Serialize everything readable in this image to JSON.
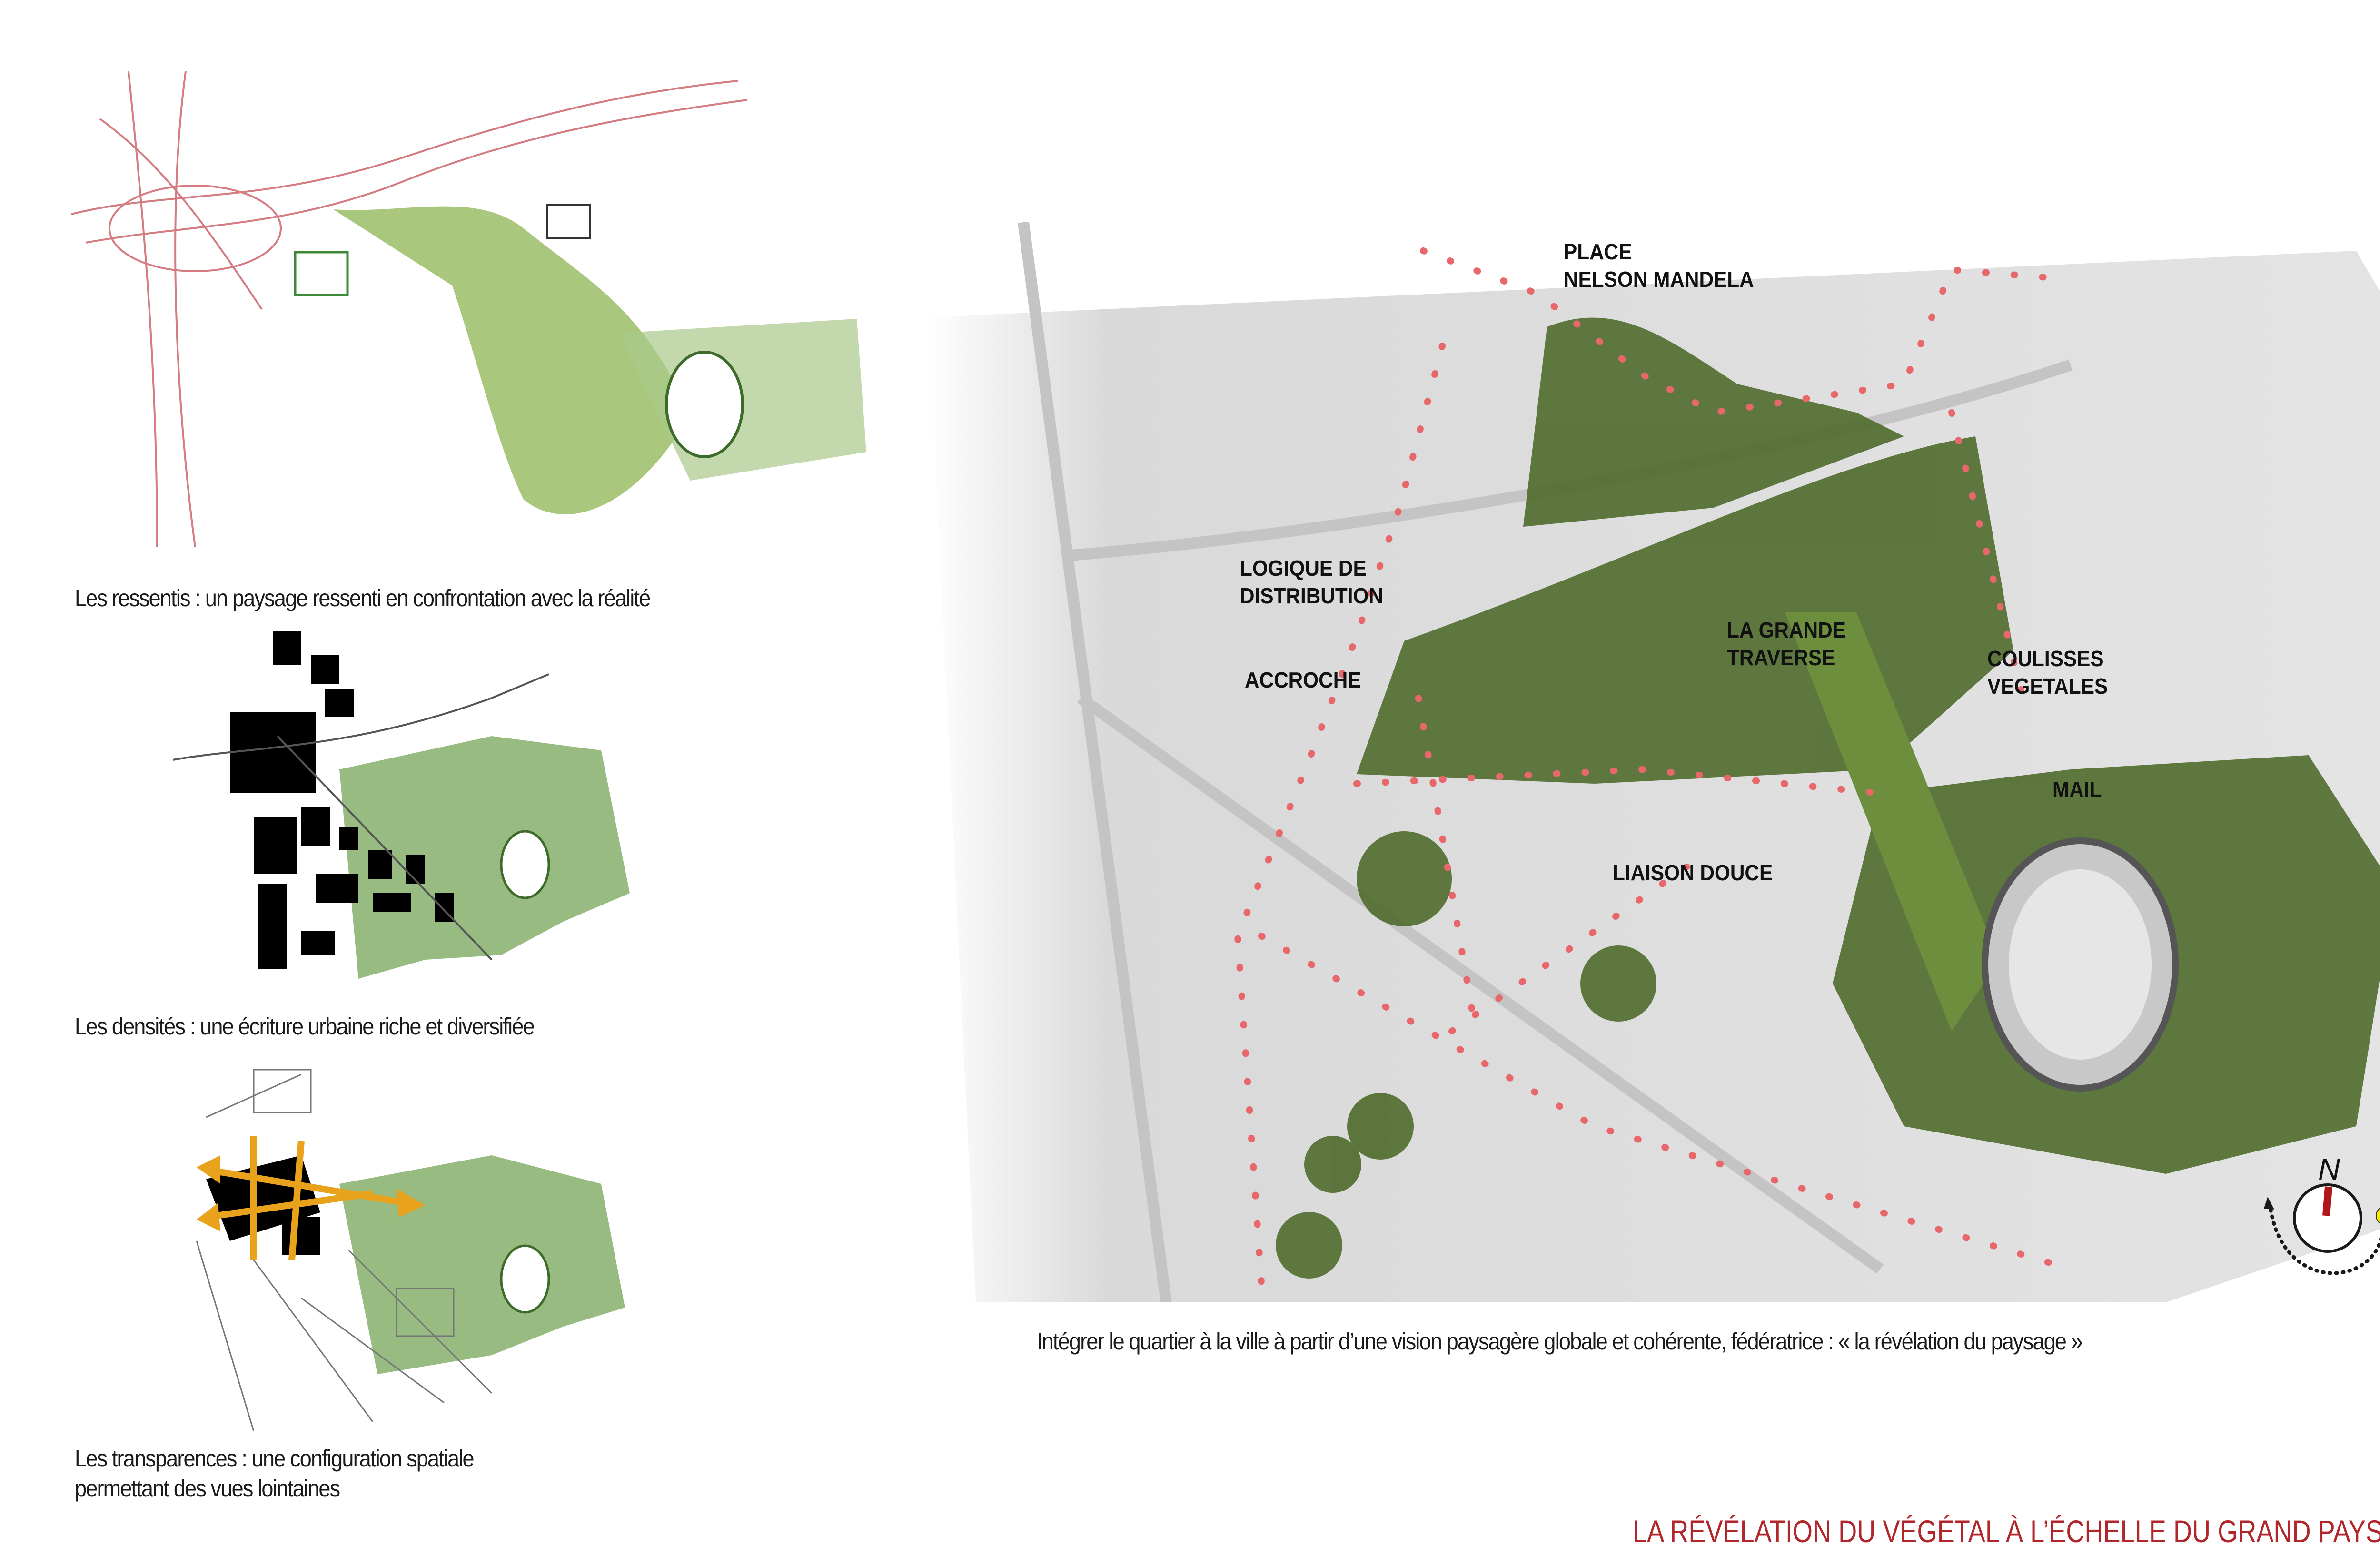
{
  "panels": [
    {
      "caption": "Les ressentis : un paysage ressenti en confrontation avec la réalité"
    },
    {
      "caption": "Les densités : une écriture urbaine riche et diversifiée"
    },
    {
      "caption_line1": "Les transparences : une configuration spatiale",
      "caption_line2": "permettant des vues lointaines"
    }
  ],
  "main_map": {
    "labels": {
      "place_line1": "PLACE",
      "place_line2": "NELSON MANDELA",
      "logique_line1": "LOGIQUE DE",
      "logique_line2": "DISTRIBUTION",
      "accroche": "ACCROCHE",
      "traverse_line1": "LA GRANDE",
      "traverse_line2": "TRAVERSE",
      "coulisses_line1": "COULISSES",
      "coulisses_line2": "VEGETALES",
      "mail": "MAIL",
      "liaison": "LIAISON DOUCE"
    },
    "compass_letter": "N",
    "caption": "Intégrer le quartier à la ville à partir d’une vision paysagère globale et cohérente, fédératrice : « la révélation du paysage »"
  },
  "title": "LA RÉVÉLATION DU VÉGÉTAL À L’ÉCHELLE DU GRAND PAYSAGE",
  "colors": {
    "accent": "#b0262b",
    "route": "#e8676b",
    "green": "#5f7f36",
    "arrow": "#e8a21c"
  }
}
